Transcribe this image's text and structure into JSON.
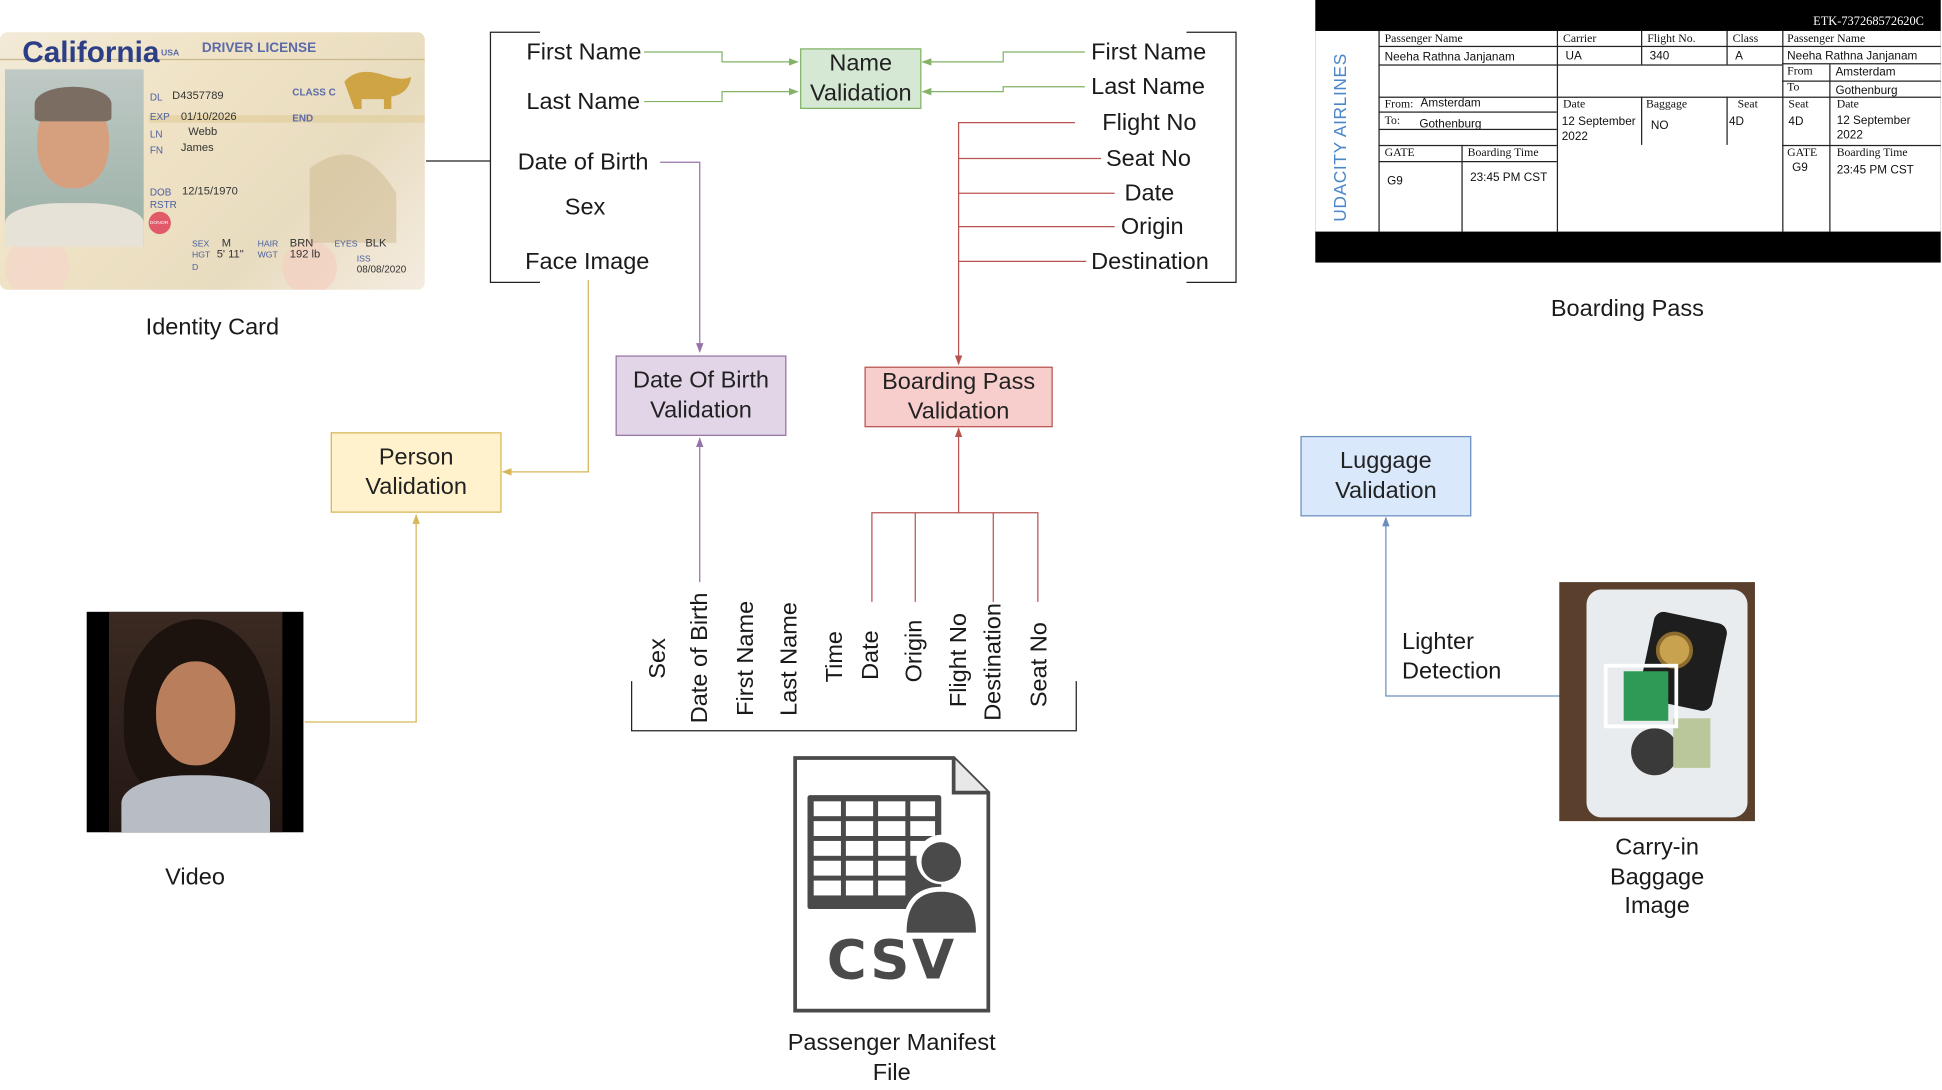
{
  "identity_card": {
    "state": "California",
    "usa": "USA",
    "doc_type": "DRIVER LICENSE",
    "dl_label": "DL",
    "dl": "D4357789",
    "class": "CLASS C",
    "exp_label": "EXP",
    "exp": "01/10/2026",
    "end": "END",
    "ln_label": "LN",
    "ln": "Webb",
    "fn_label": "FN",
    "fn": "James",
    "dob_label": "DOB",
    "dob": "12/15/1970",
    "rstr": "RSTR",
    "donor": "DONOR",
    "sex_label": "SEX",
    "sex": "M",
    "hair_label": "HAIR",
    "hair": "BRN",
    "eyes_label": "EYES",
    "eyes": "BLK",
    "hgt_label": "HGT",
    "hgt": "5' 11\"",
    "wgt_label": "WGT",
    "wgt": "192 lb",
    "iss_label": "ISS",
    "iss": "08/08/2020",
    "d_label": "D",
    "caption": "Identity Card"
  },
  "id_fields": [
    "First Name",
    "Last Name",
    "Date of Birth",
    "Sex",
    "Face Image"
  ],
  "bp_fields": [
    "First Name",
    "Last Name",
    "Flight No",
    "Seat No",
    "Date",
    "Origin",
    "Destination"
  ],
  "boxes": {
    "name_validation": [
      "Name",
      "Validation"
    ],
    "dob_validation": [
      "Date Of Birth",
      "Validation"
    ],
    "boarding_validation": [
      "Boarding Pass",
      "Validation"
    ],
    "person_validation": [
      "Person",
      "Validation"
    ],
    "luggage_validation": [
      "Luggage",
      "Validation"
    ]
  },
  "manifest_columns": [
    "Sex",
    "Date of Birth",
    "First Name",
    "Last Name",
    "Time",
    "Date",
    "Origin",
    "Flight No",
    "Destination",
    "Seat No"
  ],
  "csv_caption": [
    "Passenger Manifest",
    "File"
  ],
  "csv_text": "CSV",
  "video_caption": "Video",
  "lighter_detection": [
    "Lighter",
    "Detection"
  ],
  "baggage_caption": [
    "Carry-in",
    "Baggage",
    "Image"
  ],
  "boarding_pass": {
    "caption": "Boarding Pass",
    "ticket": "ETK-737268572620C",
    "airline": "UDACITY AIRLINES",
    "passenger_name_label": "Passenger Name",
    "passenger_name": "Neeha Rathna Janjanam",
    "carrier_label": "Carrier",
    "carrier": "UA",
    "flight_label": "Flight No.",
    "flight": "340",
    "class_label": "Class",
    "class": "A",
    "from_label": "From:",
    "from": "Amsterdam",
    "to_label": "To:",
    "to": "Gothenburg",
    "date_label": "Date",
    "date": [
      "12 September",
      "2022"
    ],
    "baggage_label": "Baggage",
    "baggage": "NO",
    "seat_label": "Seat",
    "seat": "4D",
    "gate_label": "GATE",
    "gate": "G9",
    "boarding_time_label": "Boarding Time",
    "boarding_time": "23:45 PM CST",
    "stub_from_label": "From",
    "stub_to_label": "To",
    "stub_gothenburg": "Gothenburg"
  },
  "colors": {
    "green_line": "#82b366",
    "green_fill": "#d5e8d4",
    "purple_line": "#9673a6",
    "purple_fill": "#e1d5e7",
    "red_line": "#b85450",
    "red_fill": "#f8cecc",
    "yellow_line": "#d6b656",
    "yellow_fill": "#fff2cc",
    "blue_line": "#6c8ebf",
    "blue_fill": "#dae8fc"
  }
}
